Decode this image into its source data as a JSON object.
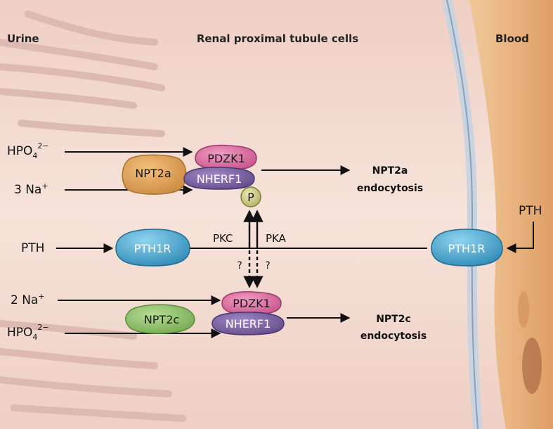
{
  "headers": {
    "left": "Urine",
    "center": "Renal proximal tubule cells",
    "right": "Blood"
  },
  "inputs": {
    "hpo4_top": {
      "base": "HPO",
      "sub": "4",
      "sup": "2−"
    },
    "na_top": {
      "base": "3 Na",
      "sup": "+"
    },
    "pth_left": "PTH",
    "na_bottom": {
      "base": "2 Na",
      "sup": "+"
    },
    "hpo4_bottom": {
      "base": "HPO",
      "sub": "4",
      "sup": "2−"
    },
    "pth_right": "PTH"
  },
  "proteins": {
    "pdzk1_top": "PDZK1",
    "nherf1_top": "NHERF1",
    "npt2a": "NPT2a",
    "phospho": "P",
    "pth1r_left": "PTH1R",
    "pth1r_right": "PTH1R",
    "pdzk1_bottom": "PDZK1",
    "nherf1_bottom": "NHERF1",
    "npt2c": "NPT2c"
  },
  "kinases": {
    "pkc": "PKC",
    "pka": "PKA",
    "unknown_left": "?",
    "unknown_right": "?"
  },
  "outputs": {
    "npt2a_line1": "NPT2a",
    "npt2a_line2": "endocytosis",
    "npt2c_line1": "NPT2c",
    "npt2c_line2": "endocytosis"
  },
  "colors": {
    "pdzk1": "#d9629a",
    "nherf1": "#7b5ea0",
    "npt2a": "#e0a35a",
    "npt2c": "#8fc06a",
    "pth1r": "#3fa6cf",
    "phospho": "#cfd08a",
    "cell": "#f3dcd2",
    "blood": "#e8b27e",
    "membrane": "#b8c6d6"
  }
}
